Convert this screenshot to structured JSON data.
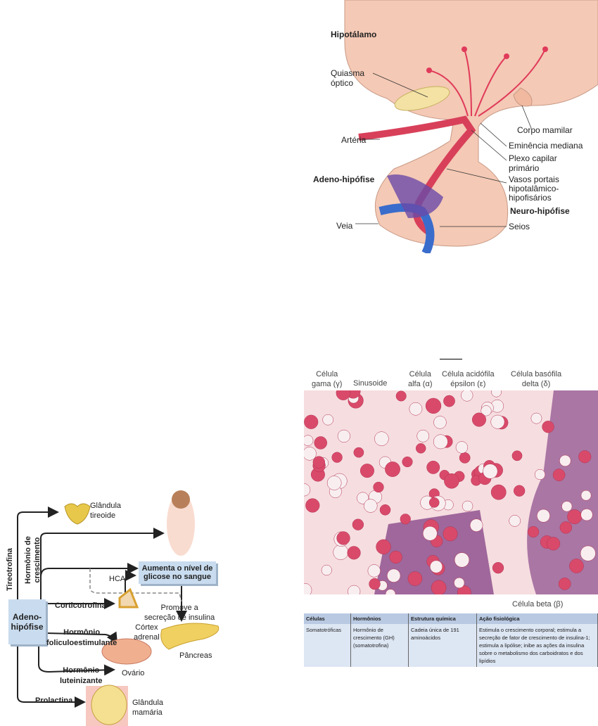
{
  "hypothalamus_figure": {
    "labels": {
      "hipotalamo": "Hipotálamo",
      "quiasma": "Quiasma\nóptico",
      "corpo_mamilar": "Corpo mamilar",
      "eminencia": "Eminência mediana",
      "arteria": "Artéria",
      "plexo": "Plexo capilar\nprimário",
      "adeno": "Adeno-hipófise",
      "vasos": "Vasos portais\nhipotalâmico-\nhipofisários",
      "neuro": "Neuro-hipófise",
      "veia": "Veia",
      "seios": "Seios"
    }
  },
  "hormone_figure": {
    "labels": {
      "tireoide": "Glândula\ntireoide",
      "tireotrofina": "Tireotrofina",
      "gh": "Hormônio de\ncrescimento",
      "aumenta": "Aumenta o nível de\nglicose no sangue",
      "hca": "HCA",
      "adeno": "Adeno-\nhipófise",
      "corticotrofina": "Corticotrofina",
      "cortex": "Córtex\nadrenal",
      "promove": "Promove a\nsecreção de insulina",
      "fsh": "Hormônio\nfoliculoestimulante",
      "pancreas": "Pâncreas",
      "lh": "Hormônio\nluteinizante",
      "ovario": "Ovário",
      "prolactina": "Prolactina",
      "mamaria": "Glândula\nmamária"
    }
  },
  "histology_figure": {
    "labels": {
      "gama": "Célula\ngama (γ)",
      "sinusoide": "Sinusoide",
      "alfa": "Célula\nalfa (α)",
      "epsilon": "Célula acidófila\népsilon (ε)",
      "delta": "Célula basófila\ndelta (δ)",
      "beta": "Célula beta (β)"
    }
  },
  "table": {
    "headers": [
      "Células",
      "Hormônios",
      "Estrutura química",
      "Ação fisiológica"
    ],
    "rows": [
      [
        "Somatotróficas",
        "Hormônio de crescimento (GH) (somatotrofina)",
        "Cadeia única de 191 aminoácidos",
        "Estimula o crescimento corporal; estimula a secreção de fator de crescimento de insulina-1; estimula a lipólise; inibe as ações da insulina sobre o metabolismo dos carboidratos e dos lipídios"
      ]
    ]
  }
}
